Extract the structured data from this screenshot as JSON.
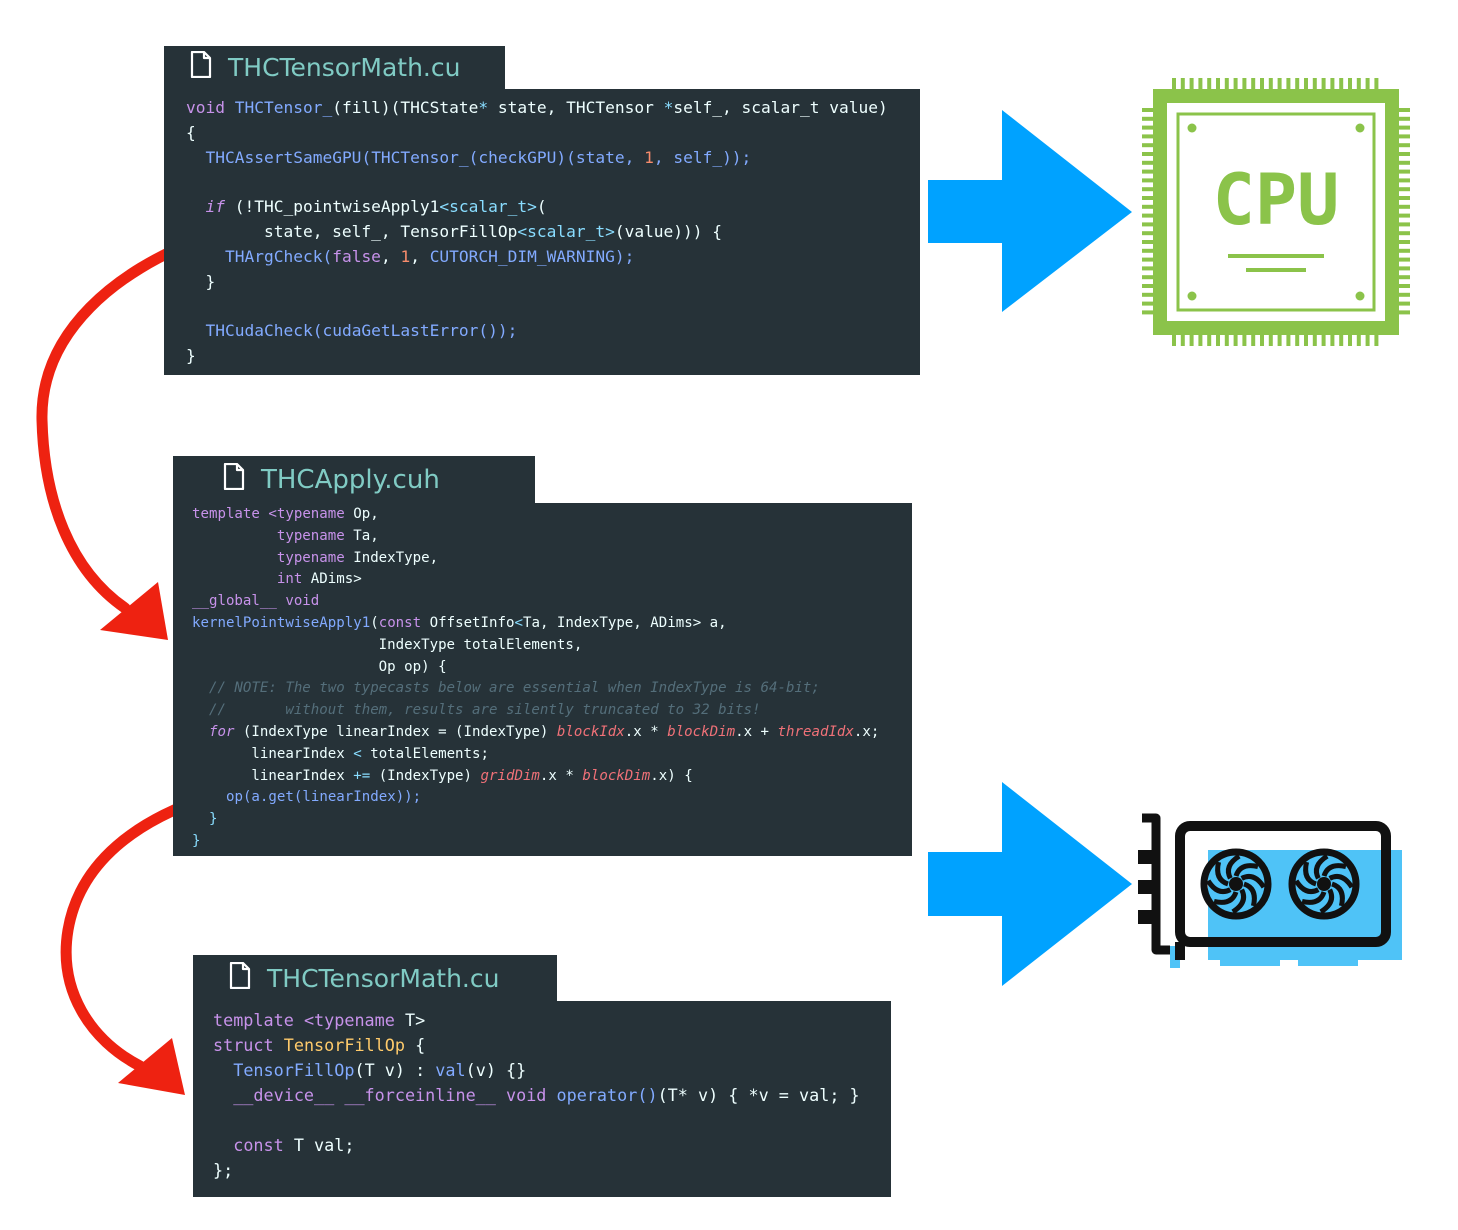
{
  "files": {
    "file1": {
      "name": "THCTensorMath.cu"
    },
    "file2": {
      "name": "THCApply.cuh"
    },
    "file3": {
      "name": "THCTensorMath.cu"
    }
  },
  "code1": [
    [
      "void ",
      "THCTensor_",
      "(fill)(THCState",
      "* ",
      "state, THCTensor ",
      "*",
      "self_, scalar_t value)"
    ],
    [
      "{"
    ],
    [
      "  ",
      "THCAssertSameGPU",
      "(",
      "THCTensor_",
      "(",
      "checkGPU",
      ")(state, ",
      "1",
      ", self_));"
    ],
    [
      ""
    ],
    [
      "  ",
      "if",
      " (!THC_pointwiseApply1",
      "<scalar_t>",
      "("
    ],
    [
      "        state, self_, TensorFillOp",
      "<scalar_t>",
      "(value))) {"
    ],
    [
      "    ",
      "THArgCheck",
      "(",
      "false",
      ", ",
      "1",
      ", ",
      "CUTORCH_DIM_WARNING",
      ");"
    ],
    [
      "  }"
    ],
    [
      ""
    ],
    [
      "  ",
      "THCudaCheck",
      "(",
      "cudaGetLastError",
      "());"
    ],
    [
      "}"
    ]
  ],
  "code2": [
    [
      "template ",
      "<typename",
      " Op,"
    ],
    [
      "          typename",
      " Ta,"
    ],
    [
      "          typename",
      " IndexType,"
    ],
    [
      "          int",
      " ADims>"
    ],
    [
      "__global__ void"
    ],
    [
      "kernelPointwiseApply1",
      "(",
      "const",
      " OffsetInfo",
      "<",
      "Ta, IndexType, ADims",
      "> a,"
    ],
    [
      "                      IndexType totalElements,"
    ],
    [
      "                      Op op) {"
    ],
    [
      "  // NOTE: The two typecasts below are essential when IndexType is 64-bit;"
    ],
    [
      "  //       without them, results are silently truncated to 32 bits!"
    ],
    [
      "  for",
      " (IndexType linearIndex = (IndexType) ",
      "blockIdx",
      ".x * ",
      "blockDim",
      ".x + ",
      "threadIdx",
      ".x;"
    ],
    [
      "       linearIndex ",
      "<",
      " totalElements;"
    ],
    [
      "       linearIndex ",
      "+=",
      " (IndexType) ",
      "gridDim",
      ".x * ",
      "blockDim",
      ".x) {"
    ],
    [
      "    ",
      "op",
      "(a.",
      "get",
      "(linearIndex));"
    ],
    [
      "  }"
    ],
    [
      "}"
    ]
  ],
  "code3": [
    [
      "template ",
      "<typename",
      " T>"
    ],
    [
      "struct ",
      "TensorFillOp",
      " {"
    ],
    [
      "  ",
      "TensorFillOp",
      "(T v) : ",
      "val",
      "(v) {}"
    ],
    [
      "  __device__ __forceinline__ void ",
      "operator()",
      "(T* v) { *v = val; }"
    ],
    [
      ""
    ],
    [
      "  ",
      "const",
      " T val;"
    ],
    [
      "};"
    ]
  ],
  "cpu": {
    "label": "CPU"
  },
  "colors": {
    "code_bg": "#263238",
    "tab_text": "#80cbc4",
    "arrow_blue": "#00a2ff",
    "curve_red": "#ee2211",
    "cpu_green": "#8bc34a",
    "gpu_blue": "#4fc3f7",
    "gpu_black": "#111111"
  },
  "icons": [
    "file-icon",
    "cpu-icon",
    "gpu-icon",
    "blue-arrow",
    "red-curved-arrow"
  ]
}
